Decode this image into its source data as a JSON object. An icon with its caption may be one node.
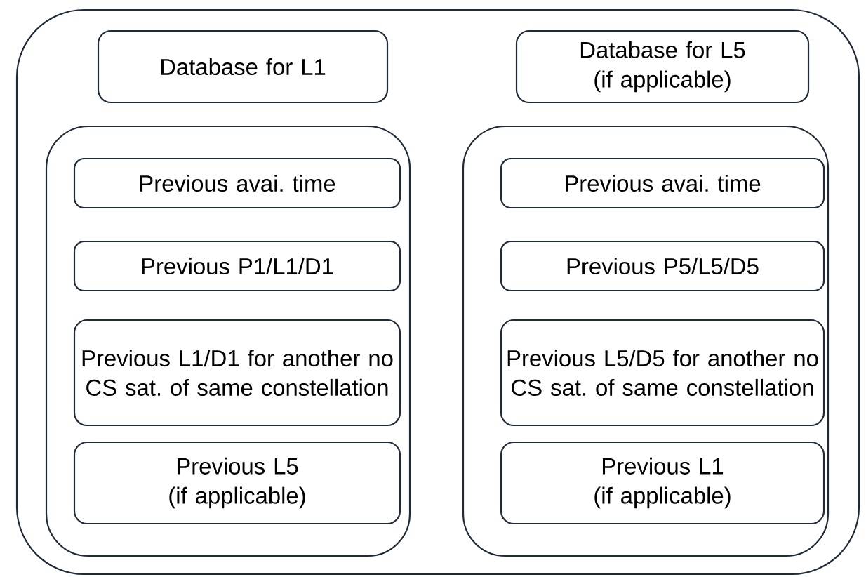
{
  "diagram": {
    "nodes": [
      {
        "text": [],
        "shape": "box"
      },
      {
        "text": [
          "Database for L1"
        ],
        "in": 0
      },
      {
        "text": [
          "Database for L5 (if applicable)"
        ],
        "in": 0
      },
      {
        "text": [],
        "shape": "box",
        "in": 0
      },
      {
        "text": [
          "Previous avai. time"
        ],
        "in": 3
      },
      {
        "text": [
          "Previous P1/L1/D1"
        ],
        "in": 3
      },
      {
        "text": [
          "Previous L1/D1 for another no CS sat. of same constellation"
        ],
        "in": 3
      },
      {
        "text": [
          "Previous L5 (if applicable)"
        ],
        "in": 3
      },
      {
        "text": [],
        "shape": "box",
        "in": 0
      },
      {
        "text": [
          "Previous avai. time"
        ],
        "in": 8
      },
      {
        "text": [
          "Previous P5/L5/D5"
        ],
        "in": 8
      },
      {
        "text": [
          "Previous L5/D5 for another no CS sat. of same constellation"
        ],
        "in": 8
      },
      {
        "text": [
          "Previous L1 (if applicable)"
        ],
        "in": 8
      }
    ]
  }
}
